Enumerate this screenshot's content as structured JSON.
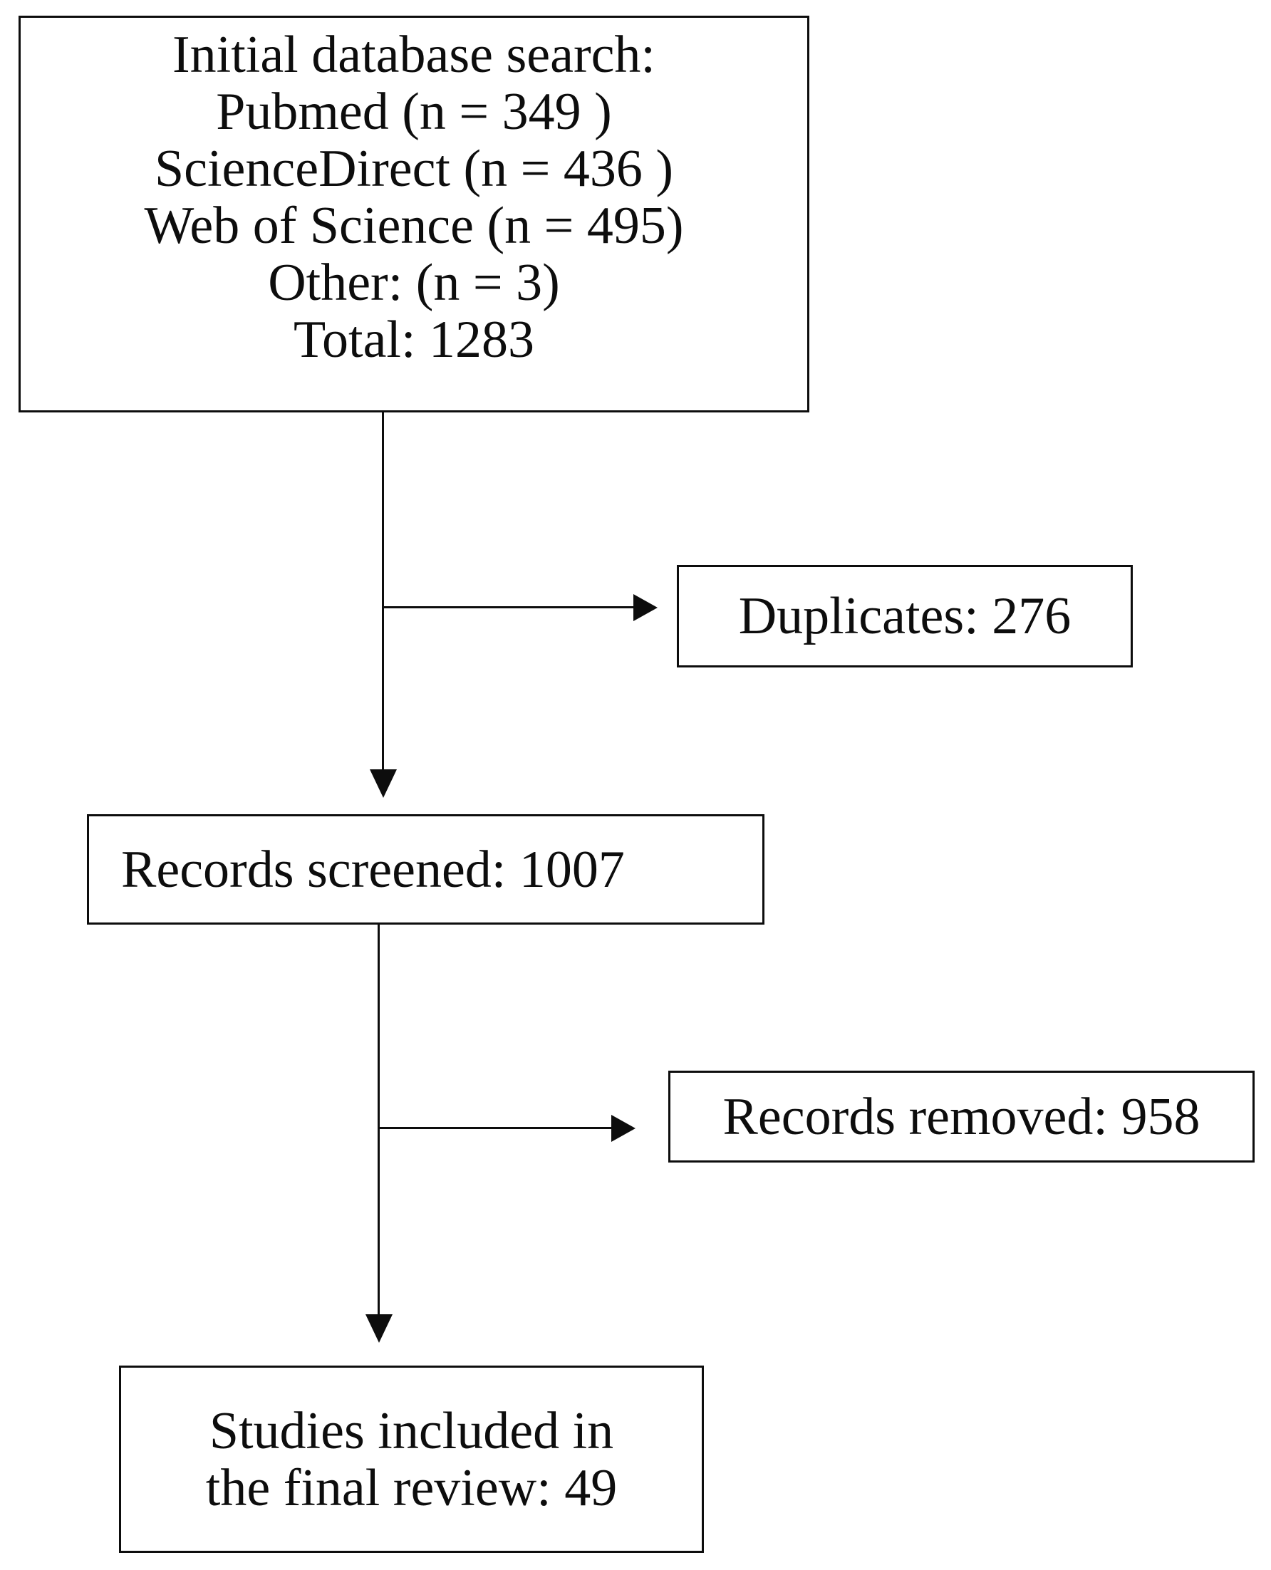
{
  "colors": {
    "ink": "#0d0d0d",
    "background": "#ffffff"
  },
  "boxes": {
    "initial_search": {
      "lines": [
        "Initial database search:",
        "Pubmed (n = 349 )",
        "ScienceDirect (n = 436 )",
        "Web of Science (n = 495)",
        "Other: (n = 3)",
        "Total: 1283"
      ]
    },
    "duplicates": {
      "label": "Duplicates: 276"
    },
    "records_screened": {
      "label": "Records screened: 1007"
    },
    "records_removed": {
      "label": "Records removed: 958"
    },
    "studies_included": {
      "lines": [
        "Studies included in",
        "the final review: 49"
      ]
    }
  }
}
